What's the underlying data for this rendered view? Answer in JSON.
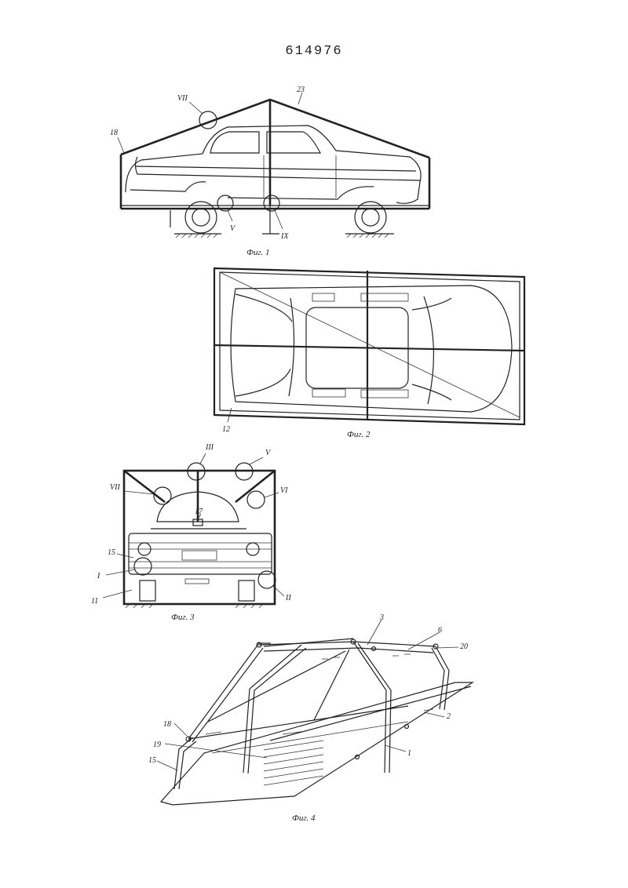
{
  "document": {
    "number": "614976"
  },
  "figures": [
    {
      "caption": "Фиг. 1",
      "labels": {
        "a": "18",
        "b": "23",
        "c": "VII",
        "d": "V",
        "e": "IX"
      }
    },
    {
      "caption": "Фиг. 2",
      "labels": {
        "a": "12"
      }
    },
    {
      "caption": "Фиг. 3",
      "labels": {
        "a": "III",
        "b": "V",
        "c": "VII",
        "d": "VI",
        "e": "17",
        "f": "15",
        "g": "I",
        "h": "11",
        "i": "II"
      }
    },
    {
      "caption": "Фиг. 4",
      "labels": {
        "a": "3",
        "b": "6",
        "c": "20",
        "d": "18",
        "e": "2",
        "f": "19",
        "g": "15",
        "h": "1"
      }
    }
  ]
}
